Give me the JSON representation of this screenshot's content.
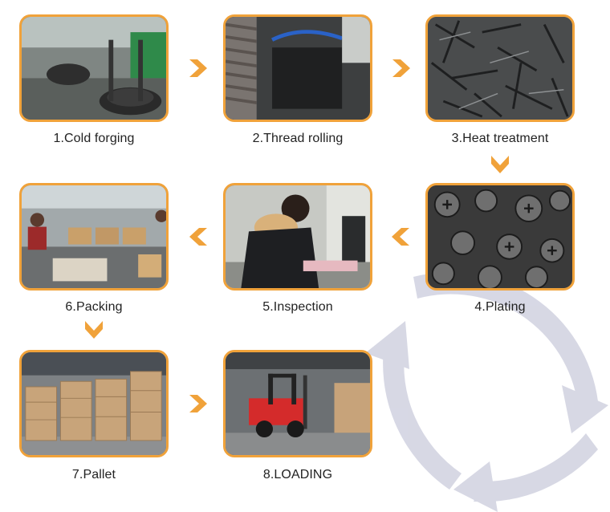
{
  "steps": [
    {
      "caption": "1.Cold forging"
    },
    {
      "caption": "2.Thread rolling"
    },
    {
      "caption": "3.Heat treatment"
    },
    {
      "caption": "4.Plating"
    },
    {
      "caption": "5.Inspection"
    },
    {
      "caption": "6.Packing"
    },
    {
      "caption": "7.Pallet"
    },
    {
      "caption": "8.LOADING"
    }
  ],
  "colors": {
    "frame": "#f0a23a",
    "arrow": "#f0a23a",
    "watermark": "#d3d4e2"
  },
  "icons": {
    "arrow": "chevron-arrow-icon",
    "watermark": "circular-arrows-logo"
  }
}
